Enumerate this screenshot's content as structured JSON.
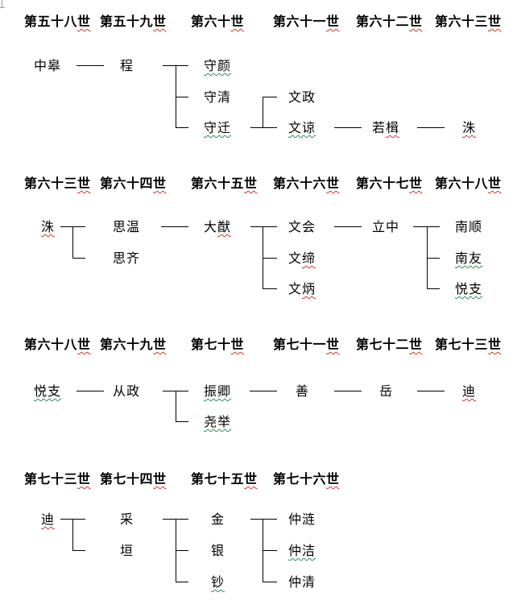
{
  "colors": {
    "line": "#000000",
    "text": "#000000",
    "spelling_wavy": "#cc3333",
    "grammar_wavy": "#2e8b57",
    "corner_mark": "#9a9a9a"
  },
  "blocks": [
    {
      "headers": [
        "第五十八世",
        "第五十九世",
        "第六十世",
        "第六十一世",
        "第六十二世",
        "第六十三世"
      ],
      "nodes": [
        {
          "text": "中皋",
          "col": 1,
          "row": 0,
          "wavy": null
        },
        {
          "text": "程",
          "col": 2,
          "row": 0,
          "wavy": null
        },
        {
          "text": "守颜",
          "col": 3,
          "row": 0,
          "wavy": "grammar"
        },
        {
          "text": "守清",
          "col": 3,
          "row": 1,
          "wavy": null
        },
        {
          "text": "守迁",
          "col": 3,
          "row": 2,
          "wavy": "grammar"
        },
        {
          "text": "文政",
          "col": 4,
          "row": 1,
          "wavy": null
        },
        {
          "text": "文谅",
          "col": 4,
          "row": 2,
          "wavy": "grammar"
        },
        {
          "text": "若楫",
          "col": 5,
          "row": 2,
          "wavy": "spelling"
        },
        {
          "text": "洙",
          "col": 6,
          "row": 2,
          "wavy": "spelling"
        }
      ],
      "connectors": [
        {
          "type": "dash",
          "gap": 1,
          "row": 0
        },
        {
          "type": "fork",
          "gap": 2,
          "main_row": 0,
          "rows": [
            0,
            1,
            2
          ]
        },
        {
          "type": "fork",
          "gap": 3,
          "main_row": 2,
          "rows": [
            1,
            2
          ]
        },
        {
          "type": "dash",
          "gap": 4,
          "row": 2
        },
        {
          "type": "dash",
          "gap": 5,
          "row": 2
        }
      ]
    },
    {
      "headers": [
        "第六十三世",
        "第六十四世",
        "第六十五世",
        "第六十六世",
        "第六十七世",
        "第六十八世"
      ],
      "nodes": [
        {
          "text": "洙",
          "col": 1,
          "row": 0,
          "wavy": "spelling"
        },
        {
          "text": "思温",
          "col": 2,
          "row": 0,
          "wavy": null
        },
        {
          "text": "思齐",
          "col": 2,
          "row": 1,
          "wavy": null
        },
        {
          "text": "大猷",
          "col": 3,
          "row": 0,
          "wavy": "spelling"
        },
        {
          "text": "文会",
          "col": 4,
          "row": 0,
          "wavy": null
        },
        {
          "text": "文缔",
          "col": 4,
          "row": 1,
          "wavy": "spelling"
        },
        {
          "text": "文炳",
          "col": 4,
          "row": 2,
          "wavy": "spelling"
        },
        {
          "text": "立中",
          "col": 5,
          "row": 0,
          "wavy": null
        },
        {
          "text": "南顺",
          "col": 6,
          "row": 0,
          "wavy": null
        },
        {
          "text": "南友",
          "col": 6,
          "row": 1,
          "wavy": "grammar"
        },
        {
          "text": "悦支",
          "col": 6,
          "row": 2,
          "wavy": "grammar"
        }
      ],
      "connectors": [
        {
          "type": "fork",
          "gap": 1,
          "main_row": 0,
          "rows": [
            0,
            1
          ]
        },
        {
          "type": "dash",
          "gap": 2,
          "row": 0
        },
        {
          "type": "fork",
          "gap": 3,
          "main_row": 0,
          "rows": [
            0,
            1,
            2
          ]
        },
        {
          "type": "dash",
          "gap": 4,
          "row": 0
        },
        {
          "type": "fork",
          "gap": 5,
          "main_row": 0,
          "rows": [
            0,
            1,
            2
          ]
        }
      ]
    },
    {
      "headers": [
        "第六十八世",
        "第六十九世",
        "第七十世",
        "第七十一世",
        "第七十二世",
        "第七十三世"
      ],
      "nodes": [
        {
          "text": "悦支",
          "col": 1,
          "row": 0,
          "wavy": "grammar"
        },
        {
          "text": "从政",
          "col": 2,
          "row": 0,
          "wavy": null
        },
        {
          "text": "振卿",
          "col": 3,
          "row": 0,
          "wavy": "grammar"
        },
        {
          "text": "尧举",
          "col": 3,
          "row": 1,
          "wavy": "grammar"
        },
        {
          "text": "善",
          "col": 4,
          "row": 0,
          "wavy": null
        },
        {
          "text": "岳",
          "col": 5,
          "row": 0,
          "wavy": null
        },
        {
          "text": "迪",
          "col": 6,
          "row": 0,
          "wavy": "spelling"
        }
      ],
      "connectors": [
        {
          "type": "dash",
          "gap": 1,
          "row": 0
        },
        {
          "type": "fork",
          "gap": 2,
          "main_row": 0,
          "rows": [
            0,
            1
          ]
        },
        {
          "type": "dash",
          "gap": 3,
          "row": 0
        },
        {
          "type": "dash",
          "gap": 4,
          "row": 0
        },
        {
          "type": "dash",
          "gap": 5,
          "row": 0
        }
      ]
    },
    {
      "headers": [
        "第七十三世",
        "第七十四世",
        "第七十五世",
        "第七十六世"
      ],
      "nodes": [
        {
          "text": "迪",
          "col": 1,
          "row": 0,
          "wavy": "spelling"
        },
        {
          "text": "采",
          "col": 2,
          "row": 0,
          "wavy": null
        },
        {
          "text": "垣",
          "col": 2,
          "row": 1,
          "wavy": null
        },
        {
          "text": "金",
          "col": 3,
          "row": 0,
          "wavy": null
        },
        {
          "text": "银",
          "col": 3,
          "row": 1,
          "wavy": null
        },
        {
          "text": "钞",
          "col": 3,
          "row": 2,
          "wavy": "grammar"
        },
        {
          "text": "仲涟",
          "col": 4,
          "row": 0,
          "wavy": null
        },
        {
          "text": "仲洁",
          "col": 4,
          "row": 1,
          "wavy": "grammar"
        },
        {
          "text": "仲清",
          "col": 4,
          "row": 2,
          "wavy": null
        }
      ],
      "connectors": [
        {
          "type": "fork",
          "gap": 1,
          "main_row": 0,
          "rows": [
            0,
            1
          ]
        },
        {
          "type": "fork",
          "gap": 2,
          "main_row": 0,
          "rows": [
            0,
            1,
            2
          ]
        },
        {
          "type": "fork",
          "gap": 3,
          "main_row": 0,
          "rows": [
            0,
            1,
            2
          ]
        }
      ]
    }
  ]
}
